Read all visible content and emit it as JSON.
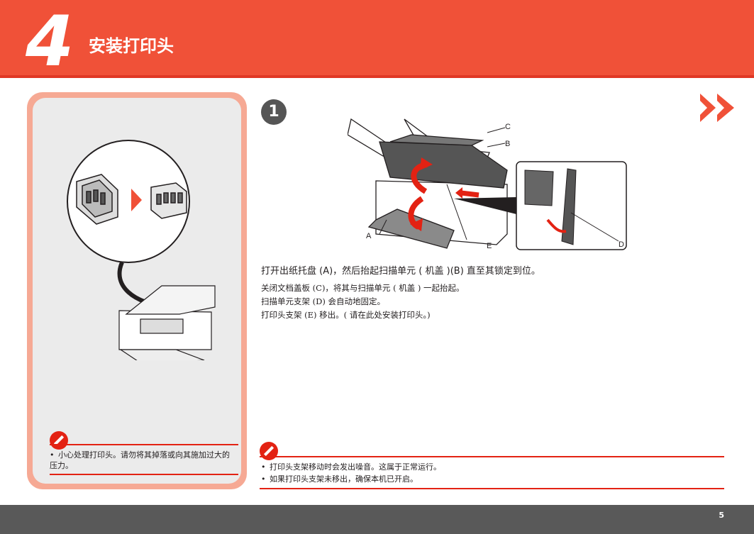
{
  "header": {
    "step_number": "4",
    "title": "安装打印头"
  },
  "side_panel": {
    "warning_bullets": [
      "小心处理打印头。请勿将其掉落或向其施加过大的压力。"
    ]
  },
  "main": {
    "step_circle": "1",
    "labels": {
      "a": "A",
      "b": "B",
      "c": "C",
      "d": "D",
      "e": "E"
    },
    "instruction": "打开出纸托盘 (A)，然后抬起扫描单元 ( 机盖 )(B) 直至其锁定到位。",
    "sub_lines": [
      "关闭文档盖板 (C)，将其与扫描单元 ( 机盖 ) 一起抬起。",
      "扫描单元支架 (D) 会自动地固定。",
      "打印头支架 (E) 移出。( 请在此处安装打印头。)"
    ],
    "warning_bullets": [
      "打印头支架移动时会发出噪音。这属于正常运行。",
      "如果打印头支架未移出，确保本机已开启。"
    ]
  },
  "footer": {
    "page_number": "5"
  },
  "colors": {
    "accent": "#f05138",
    "warning": "#e32213",
    "footer": "#595959"
  }
}
